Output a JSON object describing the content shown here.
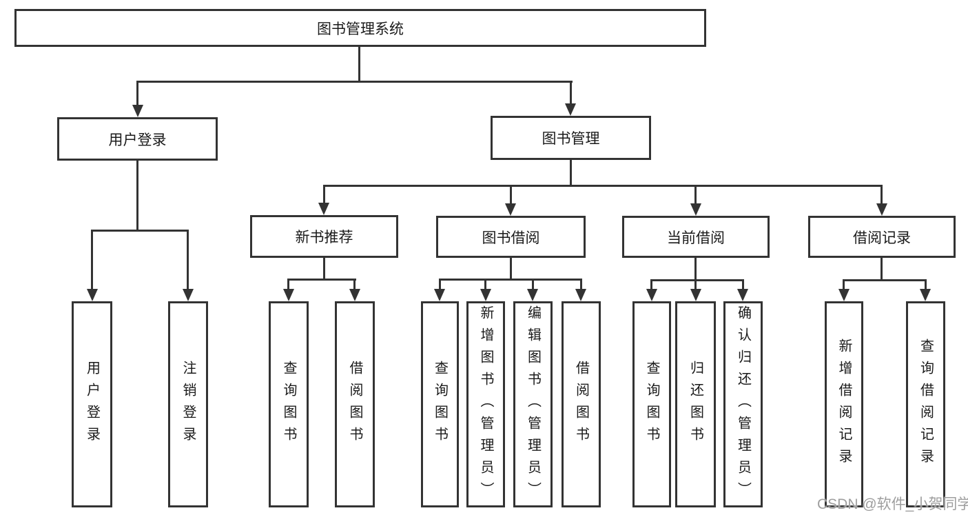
{
  "diagram": {
    "title": "图书管理系统",
    "user_branch": {
      "label": "用户登录",
      "leaves": [
        "用户登录",
        "注销登录"
      ]
    },
    "book_branch": {
      "label": "图书管理",
      "groups": [
        {
          "label": "新书推荐",
          "leaves": [
            "查询图书",
            "借阅图书"
          ]
        },
        {
          "label": "图书借阅",
          "leaves": [
            "查询图书",
            "新增图书（管理员）",
            "编辑图书（管理员）",
            "借阅图书"
          ]
        },
        {
          "label": "当前借阅",
          "leaves": [
            "查询图书",
            "归还图书",
            "确认归还（管理员）"
          ]
        },
        {
          "label": "借阅记录",
          "leaves": [
            "新增借阅记录",
            "查询借阅记录"
          ]
        }
      ]
    }
  },
  "watermark": {
    "text": "CSDN @软件_小贺同学"
  },
  "colors": {
    "line": "#333333",
    "text": "#1a1a1a",
    "box_background": "#ffffff",
    "watermark": "#9e9e9e",
    "page_background": "#ffffff"
  }
}
